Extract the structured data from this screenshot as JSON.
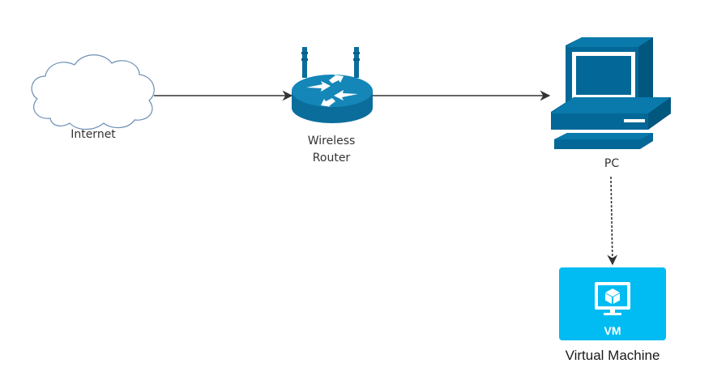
{
  "nodes": {
    "internet": {
      "label": "Internet",
      "icon": "cloud-icon"
    },
    "router": {
      "label_line1": "Wireless",
      "label_line2": "Router",
      "icon": "wireless-router-icon"
    },
    "pc": {
      "label": "PC",
      "icon": "desktop-computer-icon"
    },
    "vm": {
      "badge": "VM",
      "label": "Virtual Machine",
      "icon": "virtual-machine-icon"
    }
  },
  "edges": [
    {
      "from": "Internet",
      "to": "Wireless Router",
      "style": "solid"
    },
    {
      "from": "Wireless Router",
      "to": "PC",
      "style": "solid"
    },
    {
      "from": "PC",
      "to": "Virtual Machine",
      "style": "dashed"
    }
  ],
  "colors": {
    "router": "#0a6d9c",
    "router_top": "#1486b8",
    "pc": "#036897",
    "vm_bg": "#00bcf2",
    "line": "#333333",
    "cloud_stroke": "#6b8fb5"
  }
}
